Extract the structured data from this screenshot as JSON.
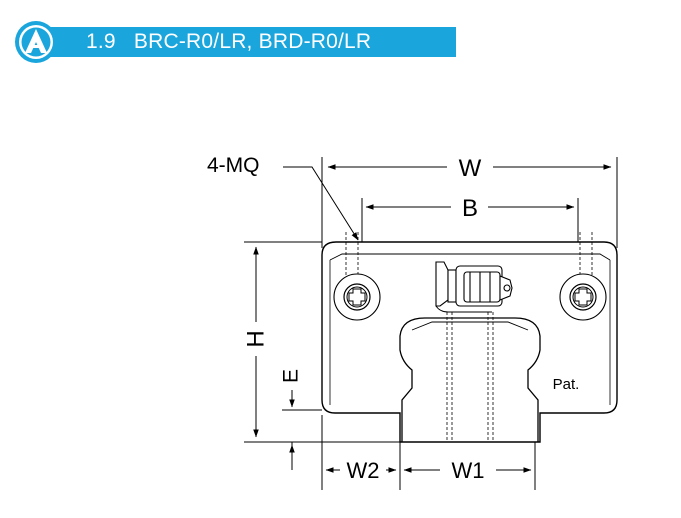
{
  "header": {
    "section": "1.9",
    "models": "BRC-R0/LR, BRD-R0/LR",
    "logo_icon": "company-logo-icon"
  },
  "drawing": {
    "labels": {
      "mount_holes": "4-MQ",
      "width_total": "W",
      "hole_spacing": "B",
      "height_total": "H",
      "rail_offset": "E",
      "side_width": "W2",
      "rail_width": "W1",
      "patent": "Pat."
    }
  },
  "colors": {
    "accent": "#1aa6dd",
    "line": "#000000"
  }
}
